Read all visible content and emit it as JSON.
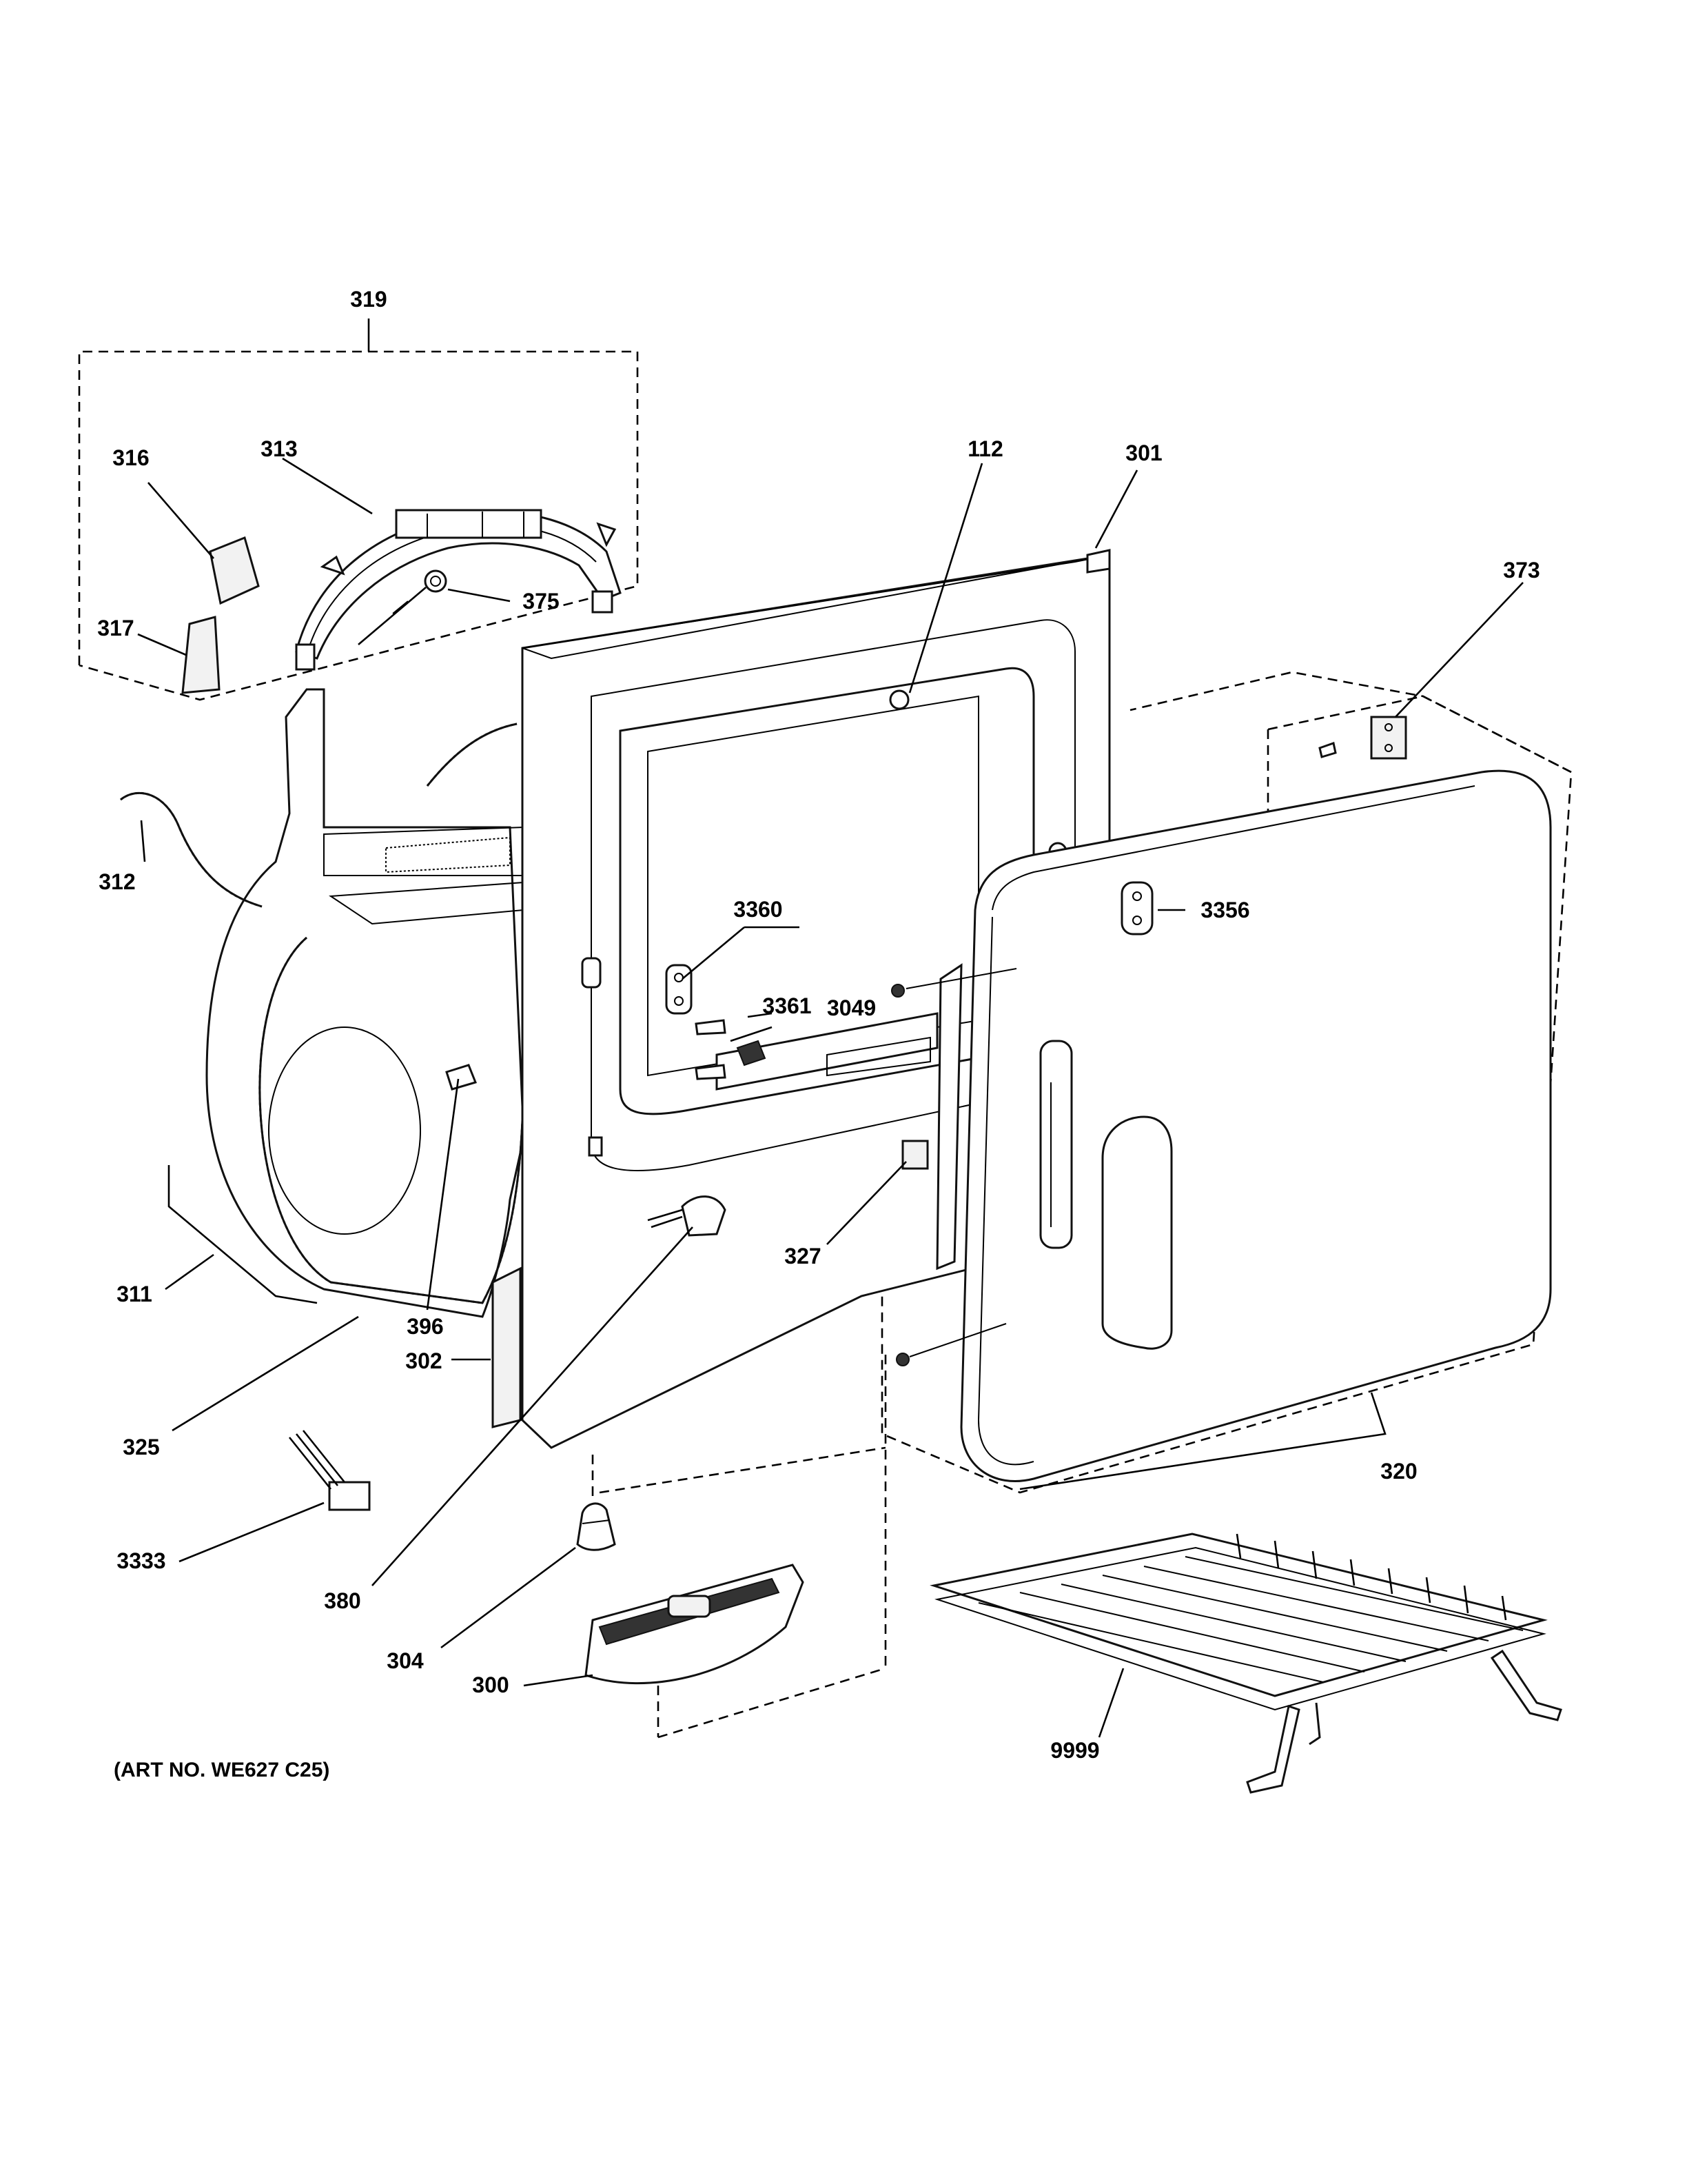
{
  "callouts": {
    "c319": "319",
    "c316": "316",
    "c313": "313",
    "c375": "375",
    "c317": "317",
    "c112": "112",
    "c301": "301",
    "c373": "373",
    "c312": "312",
    "c3360": "3360",
    "c3361": "3361",
    "c3049": "3049",
    "c3356": "3356",
    "c327": "327",
    "c311": "311",
    "c396": "396",
    "c302": "302",
    "c325": "325",
    "c320": "320",
    "c3333": "3333",
    "c380": "380",
    "c304": "304",
    "c300": "300",
    "c9999": "9999"
  },
  "art_number": "(ART NO. WE627 C25)"
}
